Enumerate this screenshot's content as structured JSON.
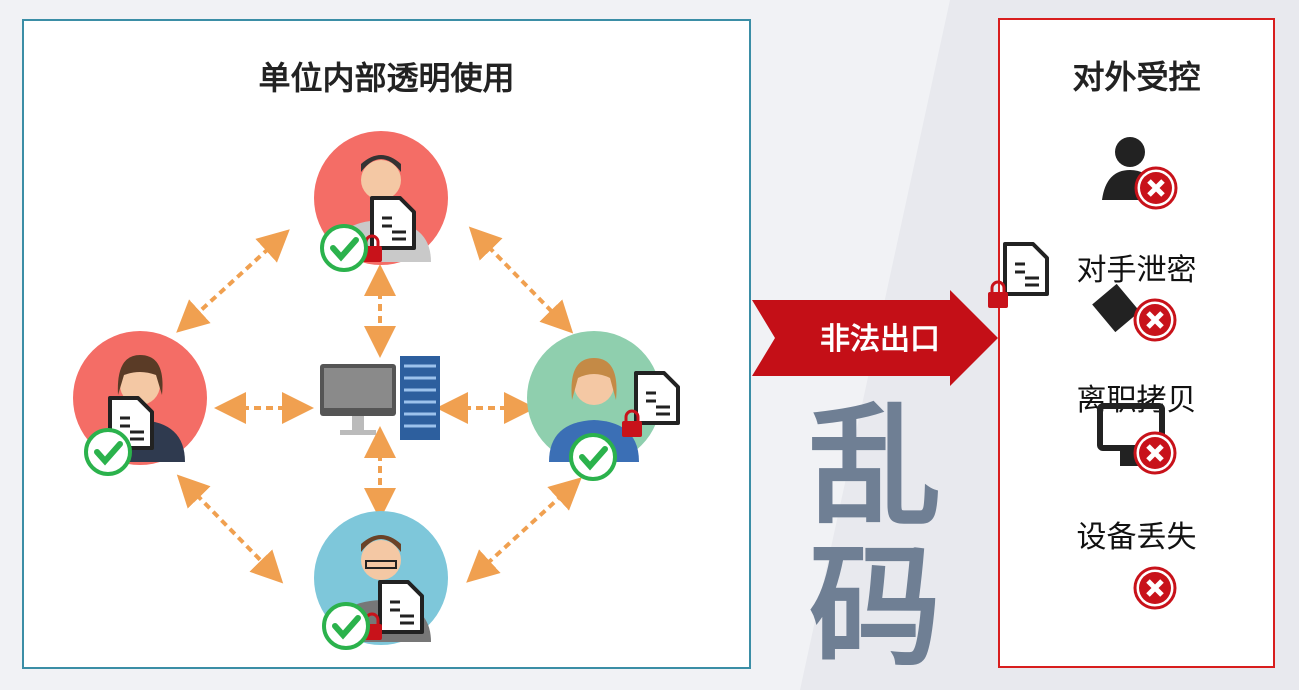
{
  "left_panel": {
    "title": "单位内部透明使用"
  },
  "right_panel": {
    "title": "对外受控",
    "items": [
      {
        "label": "对手泄密",
        "icon": "person-icon"
      },
      {
        "label": "离职拷贝",
        "icon": "usb-icon"
      },
      {
        "label": "设备丢失",
        "icon": "laptop-icon"
      }
    ]
  },
  "exit_arrow": {
    "label": "非法出口"
  },
  "overlay": {
    "text": "乱码"
  },
  "colors": {
    "teal_border": "#3b8ea6",
    "red": "#d81e1e",
    "arrow_orange": "#f0a050",
    "check_green": "#2bb24c",
    "garble_gray": "#6f7f94"
  }
}
